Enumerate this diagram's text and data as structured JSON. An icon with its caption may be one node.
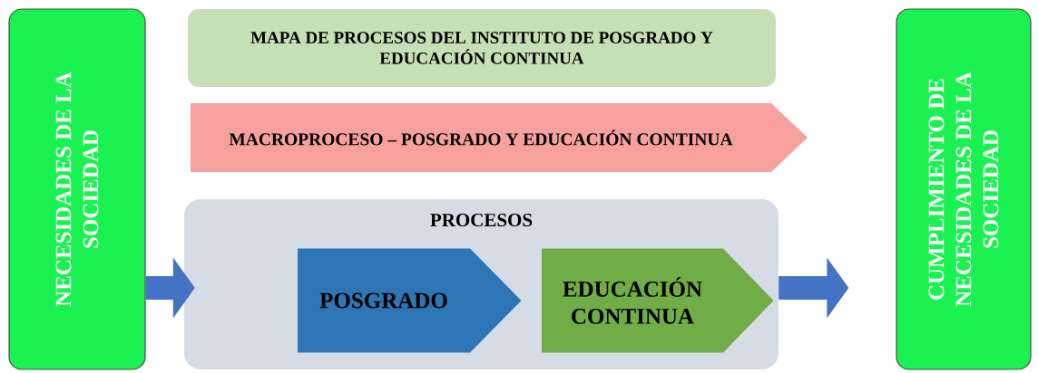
{
  "diagram": {
    "nodes": [
      {
        "text": [
          "NECESIDADES DE LA SOCIEDAD"
        ]
      },
      {
        "text": [
          "MAPA DE PROCESOS DEL INSTITUTO DE POSGRADO Y EDUCACIÓN CONTINUA"
        ]
      },
      {
        "text": [
          "MACROPROCESO – POSGRADO Y EDUCACIÓN CONTINUA"
        ]
      },
      {
        "text": [
          "PROCESOS"
        ]
      },
      {
        "text": [
          "POSGRADO"
        ],
        "in": 3
      },
      {
        "text": [
          "EDUCACIÓN CONTINUA"
        ],
        "in": 3
      },
      {
        "text": [
          "CUMPLIMIENTO DE NECESIDADES DE LA SOCIEDAD"
        ]
      }
    ],
    "edges": [
      {
        "from": 0,
        "to": 3,
        "arrow": "to"
      },
      {
        "from": 3,
        "to": 6,
        "arrow": "to"
      }
    ]
  }
}
